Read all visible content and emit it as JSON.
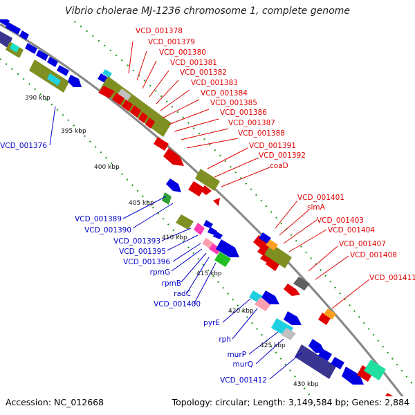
{
  "title": "Vibrio cholerae MJ-1236 chromosome 1, complete genome",
  "footer": {
    "accession": "Accession: NC_012668",
    "topology": "Topology: circular; Length: 3,149,584 bp; Genes: 2,884"
  },
  "scale_ticks": [
    "390 kbp",
    "395 kbp",
    "400 kbp",
    "405 kbp",
    "410 kbp",
    "415 kbp",
    "420 kbp",
    "425 kbp",
    "430 kbp"
  ],
  "red_labels": [
    "VCD_001378",
    "VCD_001379",
    "VCD_001380",
    "VCD_001381",
    "VCD_001382",
    "VCD_001383",
    "VCD_001384",
    "VCD_001385",
    "VCD_001386",
    "VCD_001387",
    "VCD_001388",
    "VCD_001391",
    "VCD_001392",
    "coaD",
    "VCD_001401",
    "slmA",
    "VCD_001403",
    "VCD_001404",
    "VCD_001407",
    "VCD_001408",
    "VCD_001411"
  ],
  "blue_labels": [
    "VCD_001376",
    "VCD_001389",
    "VCD_001390",
    "VCD_001393",
    "VCD_001395",
    "VCD_001396",
    "rpmG",
    "rpmB",
    "radC",
    "VCD_001400",
    "pyrE",
    "rph",
    "murP",
    "murQ",
    "VCD_001412"
  ],
  "colors": {
    "reverse_strand_cds": "#e00000",
    "forward_strand_cds": "#0000e0",
    "gc_skew_olive": "#7f8f22",
    "gc_skew_navy": "#3a3590",
    "backbone": "#888888",
    "dotted_guide": "#229922"
  }
}
